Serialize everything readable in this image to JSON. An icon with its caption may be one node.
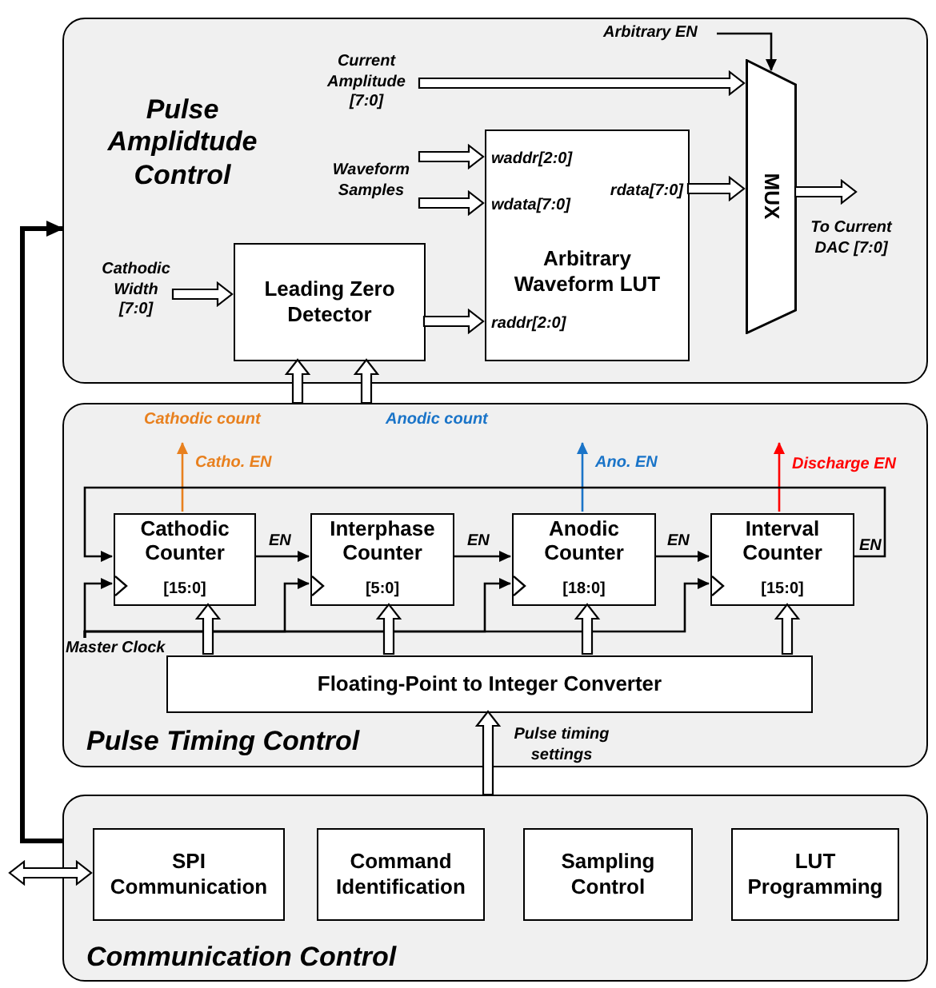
{
  "diagram": {
    "nodes": [
      {
        "text": [
          "Pulse Amplidtude Control"
        ]
      },
      {
        "text": [
          "Current Amplitude [7:0]"
        ],
        "in": 0
      },
      {
        "text": [
          "Waveform Samples"
        ],
        "in": 0
      },
      {
        "text": [
          "Cathodic Width [7:0]"
        ],
        "in": 0
      },
      {
        "text": [
          "Leading Zero Detector"
        ],
        "in": 0
      },
      {
        "text": [
          "waddr[2:0]",
          "rdata[7:0]",
          "wdata[7:0]",
          "Arbitrary Waveform LUT",
          "raddr[2:0]"
        ],
        "in": 0
      },
      {
        "text": [
          "Arbitrary EN"
        ],
        "in": 0
      },
      {
        "text": [
          "MUX"
        ],
        "in": 0
      },
      {
        "text": [
          "Pulse Timing Control"
        ]
      },
      {
        "text": [
          "Cathodic Counter",
          "[15:0]"
        ],
        "in": 8
      },
      {
        "text": [
          "Interphase Counter",
          "[5:0]"
        ],
        "in": 8
      },
      {
        "text": [
          "Anodic Counter",
          "[18:0]"
        ],
        "in": 8
      },
      {
        "text": [
          "Interval Counter",
          "[15:0]"
        ],
        "in": 8
      },
      {
        "text": [
          "Floating-Point to Integer Converter"
        ],
        "in": 8
      },
      {
        "text": [
          "Master Clock"
        ],
        "in": 8
      },
      {
        "text": [
          "Communication Control"
        ]
      },
      {
        "text": [
          "SPI Communication"
        ],
        "in": 15
      },
      {
        "text": [
          "Command Identification"
        ],
        "in": 15
      },
      {
        "text": [
          "Sampling Control"
        ],
        "in": 15
      },
      {
        "text": [
          "LUT Programming"
        ],
        "in": 15
      }
    ],
    "edges": [
      {
        "from": 1,
        "to": 7,
        "arrow": "to",
        "style": "thick"
      },
      {
        "from": 2,
        "to": 5,
        "arrow": "to",
        "style": "thick"
      },
      {
        "from": 2,
        "to": 5,
        "arrow": "to",
        "style": "thick"
      },
      {
        "from": 3,
        "to": 4,
        "arrow": "to",
        "style": "thick"
      },
      {
        "from": 4,
        "to": 5,
        "arrow": "to",
        "style": "thick"
      },
      {
        "from": 5,
        "to": 7,
        "arrow": "to",
        "style": "thick"
      },
      {
        "from": 7,
        "to": null,
        "arrow": "to",
        "style": "thick",
        "label": "To Current DAC [7:0]"
      },
      {
        "from": 6,
        "to": 7,
        "arrow": "to"
      },
      {
        "from": 8,
        "to": 4,
        "arrow": "to",
        "style": "thick",
        "label": "Cathodic count"
      },
      {
        "from": 8,
        "to": 4,
        "arrow": "to",
        "style": "thick",
        "label": "Anodic count"
      },
      {
        "from": 9,
        "to": null,
        "arrow": "to",
        "color": "#e8801e",
        "label": "Catho. EN"
      },
      {
        "from": 11,
        "to": null,
        "arrow": "to",
        "color": "#1a74c8",
        "label": "Ano. EN"
      },
      {
        "from": 12,
        "to": null,
        "arrow": "to",
        "color": "#ff0000",
        "label": "Discharge EN"
      },
      {
        "from": 9,
        "to": 10,
        "arrow": "to",
        "label": "EN"
      },
      {
        "from": 10,
        "to": 11,
        "arrow": "to",
        "label": "EN"
      },
      {
        "from": 11,
        "to": 12,
        "arrow": "to",
        "label": "EN"
      },
      {
        "from": 12,
        "to": 9,
        "arrow": "to",
        "label": "EN"
      },
      {
        "from": 14,
        "to": 9,
        "arrow": "to"
      },
      {
        "from": 14,
        "to": 10,
        "arrow": "to"
      },
      {
        "from": 14,
        "to": 11,
        "arrow": "to"
      },
      {
        "from": 14,
        "to": 12,
        "arrow": "to"
      },
      {
        "from": 13,
        "to": 9,
        "arrow": "to",
        "style": "thick"
      },
      {
        "from": 13,
        "to": 10,
        "arrow": "to",
        "style": "thick"
      },
      {
        "from": 13,
        "to": 11,
        "arrow": "to",
        "style": "thick"
      },
      {
        "from": 13,
        "to": 12,
        "arrow": "to",
        "style": "thick"
      },
      {
        "from": 15,
        "to": 13,
        "arrow": "to",
        "style": "thick",
        "label": "Pulse timing settings"
      },
      {
        "from": null,
        "to": 16,
        "arrow": "both",
        "style": "thick"
      },
      {
        "from": 15,
        "to": 0,
        "arrow": "to",
        "style": "thick"
      }
    ]
  }
}
